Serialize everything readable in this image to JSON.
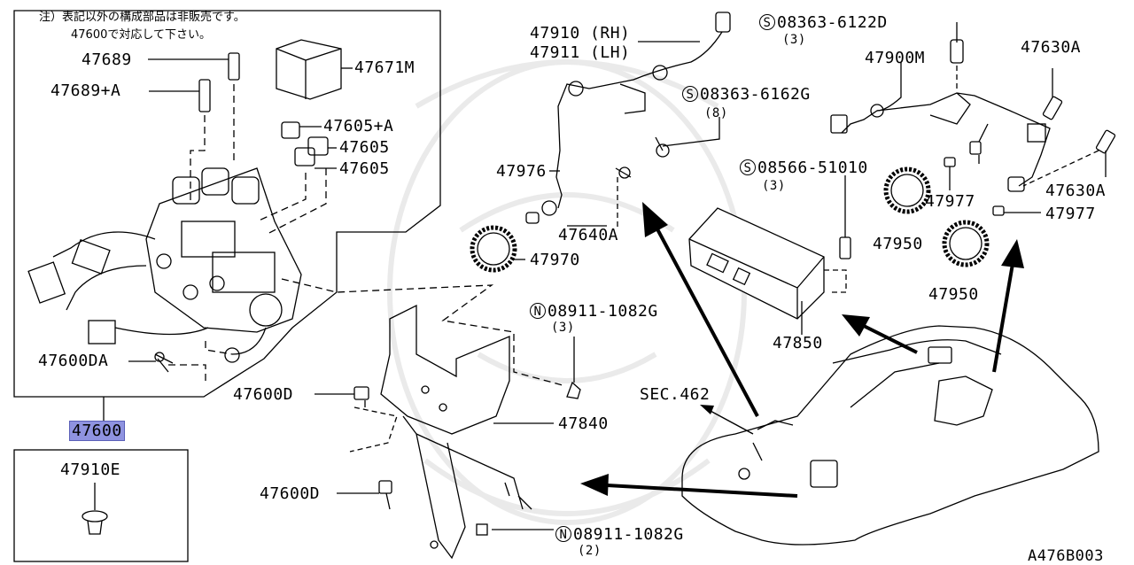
{
  "note": {
    "line1": "注）表記以外の構成部品は非販売です。",
    "line2": "47600で対応して下さい。"
  },
  "labels": {
    "p47689": "47689",
    "p47689a": "47689+A",
    "p47671m": "47671M",
    "p47605a": "47605+A",
    "p47605_1": "47605",
    "p47605_2": "47605",
    "p47600da": "47600DA",
    "p47600_main": "47600",
    "p47910e": "47910E",
    "p47910": "47910 (RH)",
    "p47911": "47911 (LH)",
    "p47976": "47976",
    "p47640a": "47640A",
    "p47970": "47970",
    "bolt_6162g": "08363-6162G",
    "bolt_6162g_qty": "(8)",
    "bolt_6122d": "08363-6122D",
    "bolt_6122d_qty": "(3)",
    "p47900m": "47900M",
    "p47630a_top": "47630A",
    "p47630a_right": "47630A",
    "screw_51010": "08566-51010",
    "screw_51010_qty": "(3)",
    "p47977_1": "47977",
    "p47977_2": "47977",
    "p47950_1": "47950",
    "p47950_2": "47950",
    "p47850": "47850",
    "nut_top": "08911-1082G",
    "nut_top_qty": "(3)",
    "p47600d_top": "47600D",
    "p47600d_bot": "47600D",
    "p47840": "47840",
    "sec462": "SEC.462",
    "nut_bot": "08911-1082G",
    "nut_bot_qty": "(2)",
    "diagram_code": "A476B003"
  },
  "symbols": {
    "s_mark": "S",
    "n_mark": "N"
  }
}
